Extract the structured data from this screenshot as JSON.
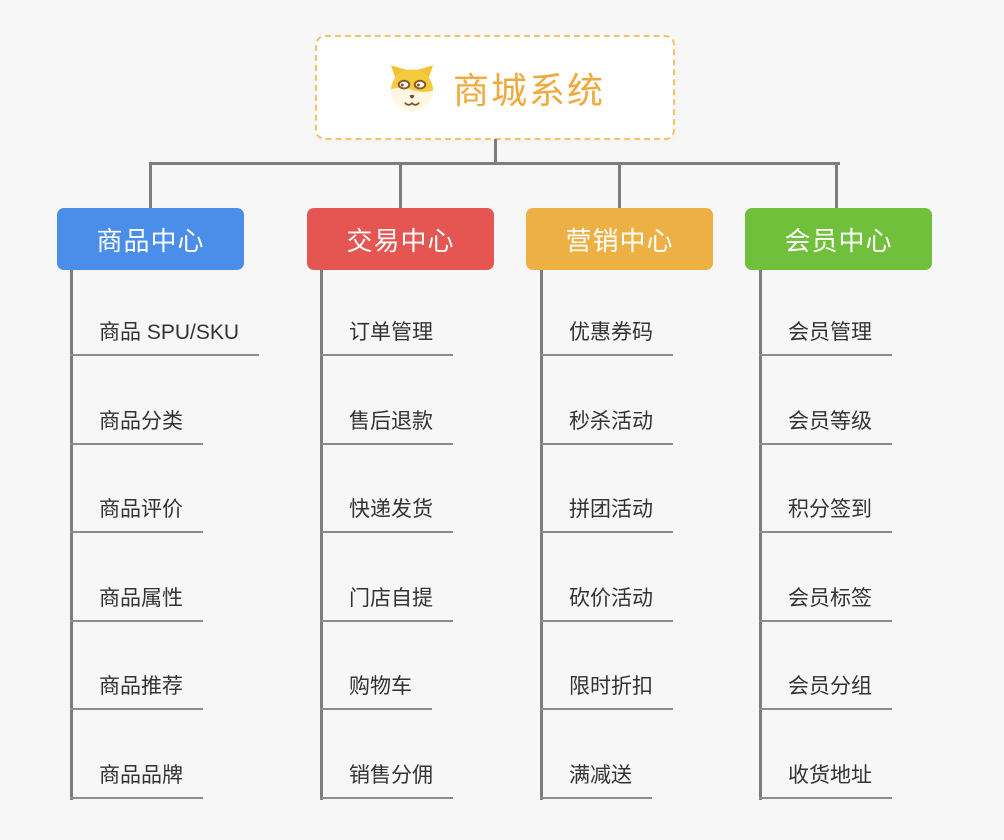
{
  "diagram": {
    "type": "mindmap-org-chart",
    "background": "#f7f7f7",
    "connector_color": "#7d7d7d"
  },
  "root": {
    "title": "商城系统",
    "icon": "dog-face-icon",
    "text_color": "#f0a93c",
    "border_color": "#f3c26a"
  },
  "branches": [
    {
      "label": "商品中心",
      "color": "#4a8ee9",
      "children": [
        "商品 SPU/SKU",
        "商品分类",
        "商品评价",
        "商品属性",
        "商品推荐",
        "商品品牌"
      ]
    },
    {
      "label": "交易中心",
      "color": "#e55652",
      "children": [
        "订单管理",
        "售后退款",
        "快递发货",
        "门店自提",
        "购物车",
        "销售分佣"
      ]
    },
    {
      "label": "营销中心",
      "color": "#edb045",
      "children": [
        "优惠券码",
        "秒杀活动",
        "拼团活动",
        "砍价活动",
        "限时折扣",
        "满减送"
      ]
    },
    {
      "label": "会员中心",
      "color": "#71c03c",
      "children": [
        "会员管理",
        "会员等级",
        "积分签到",
        "会员标签",
        "会员分组",
        "收货地址"
      ]
    }
  ]
}
